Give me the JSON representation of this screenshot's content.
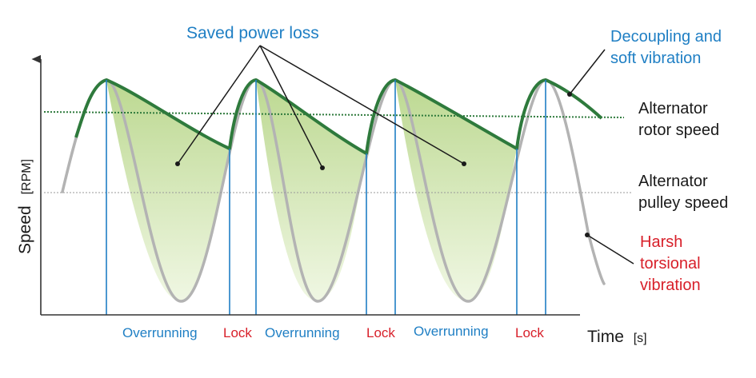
{
  "annotations": {
    "saved_power_loss": "Saved power loss",
    "decoupling_line1": "Decoupling and",
    "decoupling_line2": "soft vibration",
    "rotor_line1": "Alternator",
    "rotor_line2": "rotor speed",
    "pulley_line1": "Alternator",
    "pulley_line2": "pulley speed",
    "harsh_line1": "Harsh",
    "harsh_line2": "torsional",
    "harsh_line3": "vibration"
  },
  "axes": {
    "y_label": "Speed",
    "y_unit": "[RPM]",
    "x_label": "Time",
    "x_unit": "[s]"
  },
  "phases": [
    {
      "label": "Overrunning",
      "kind": "overrunning"
    },
    {
      "label": "Lock",
      "kind": "lock"
    },
    {
      "label": "Overrunning",
      "kind": "overrunning"
    },
    {
      "label": "Lock",
      "kind": "lock"
    },
    {
      "label": "Overrunning",
      "kind": "overrunning"
    },
    {
      "label": "Lock",
      "kind": "lock"
    }
  ],
  "colors": {
    "rotor_curve": "#2e7a3c",
    "pulley_curve": "#b3b3b3",
    "shade": "#c8df9e",
    "marker_line": "#1f7fc4",
    "blue_text": "#1f7fc4",
    "red_text": "#d8202a",
    "dark_text": "#1a1a1a",
    "axis": "#333333"
  }
}
